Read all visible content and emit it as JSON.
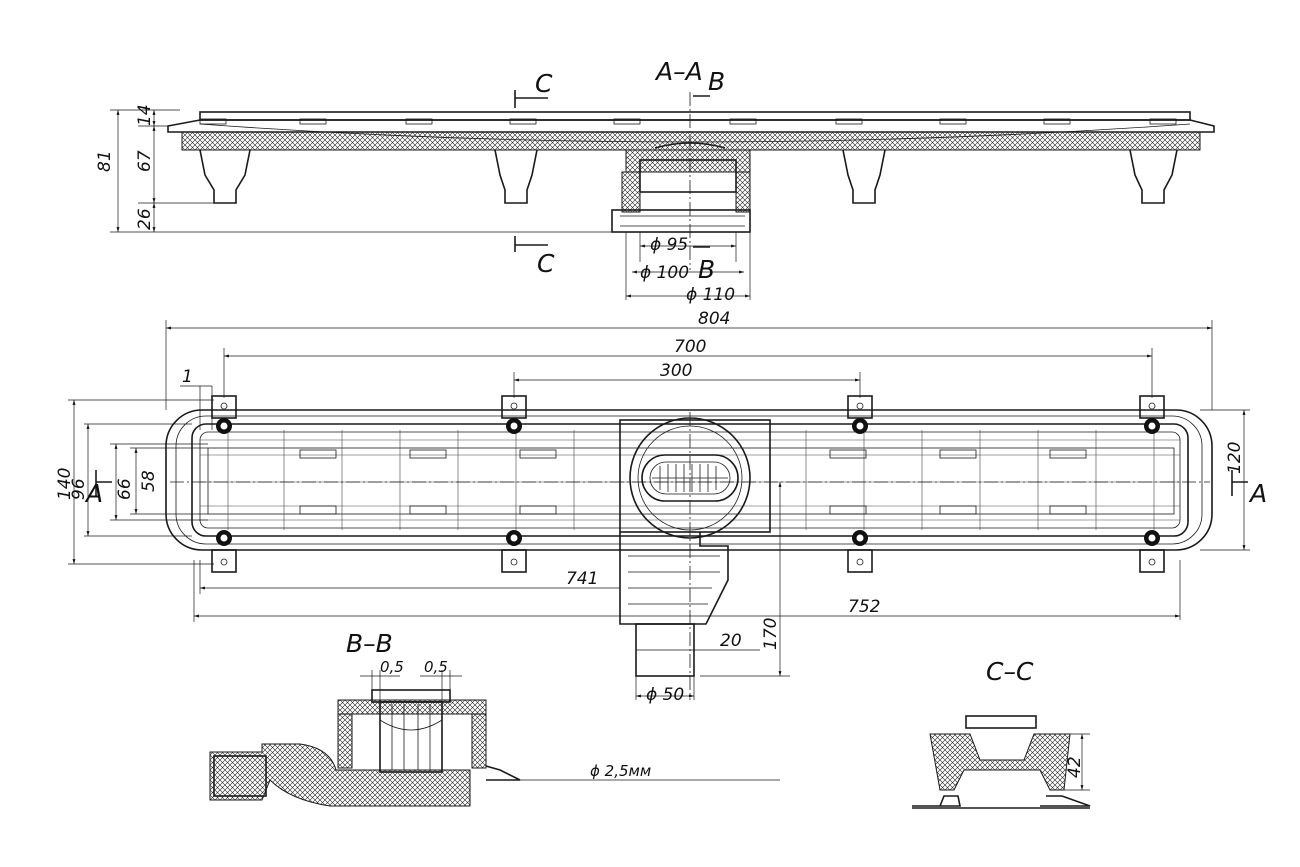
{
  "sections": {
    "aa": "A–A",
    "bb": "B–B",
    "cc": "C–C"
  },
  "markers": {
    "c": "C",
    "b": "B",
    "a": "A"
  },
  "dims": {
    "d81": "81",
    "d67": "67",
    "d14": "14",
    "d26": "26",
    "phi95": "ϕ 95",
    "phi100": "ϕ 100",
    "phi110": "ϕ 110",
    "d804": "804",
    "d700": "700",
    "d300": "300",
    "d1": "1",
    "d140": "140",
    "d96": "96",
    "d66": "66",
    "d58": "58",
    "d120": "120",
    "d741": "741",
    "d752": "752",
    "d20": "20",
    "d170": "170",
    "phi50": "ϕ 50",
    "d05a": "0,5",
    "d05b": "0,5",
    "phi25": "ϕ 2,5мм",
    "d42": "42"
  }
}
